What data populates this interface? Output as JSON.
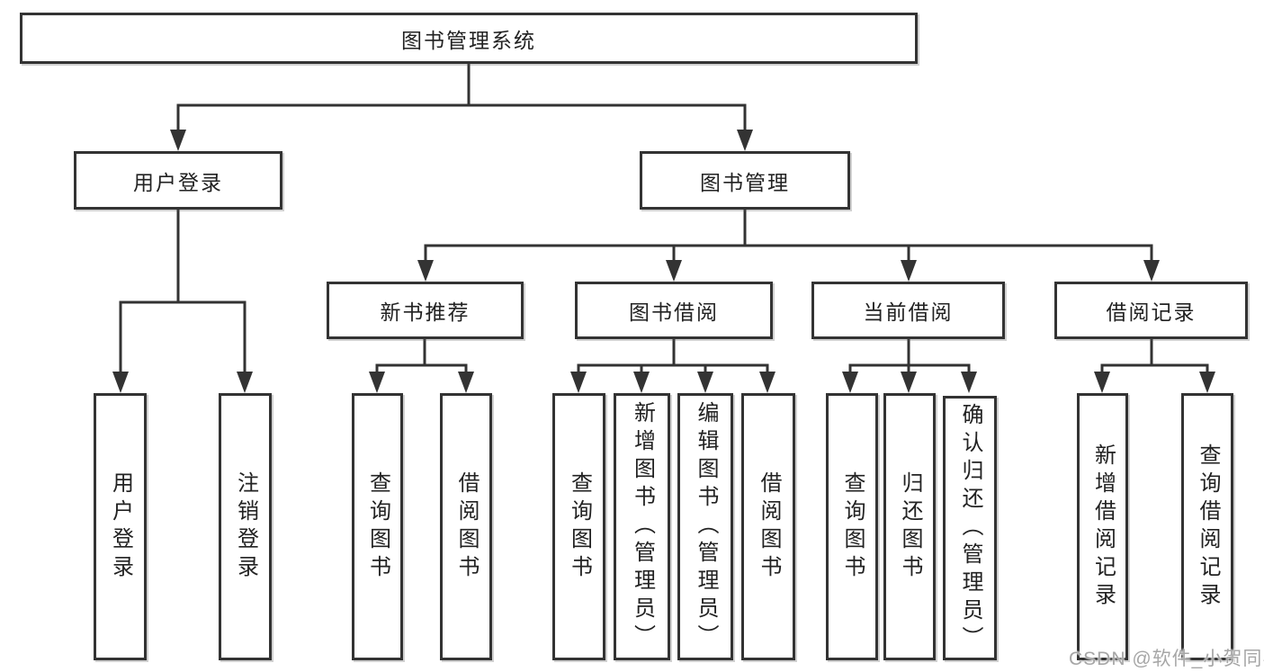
{
  "tree": {
    "root": "图书管理系统",
    "login_branch": {
      "label": "用户登录",
      "leaves": [
        "用户登录",
        "注销登录"
      ]
    },
    "mgmt_branch": {
      "label": "图书管理",
      "sections": [
        {
          "label": "新书推荐",
          "leaves": [
            "查询图书",
            "借阅图书"
          ]
        },
        {
          "label": "图书借阅",
          "leaves": [
            "查询图书",
            "新增图书（管理员）",
            "编辑图书（管理员）",
            "借阅图书"
          ]
        },
        {
          "label": "当前借阅",
          "leaves": [
            "查询图书",
            "归还图书",
            "确认归还（管理员）"
          ]
        },
        {
          "label": "借阅记录",
          "leaves": [
            "新增借阅记录",
            "查询借阅记录"
          ]
        }
      ]
    }
  },
  "watermark": "CSDN @软件_小贺同学",
  "colors": {
    "line": "#333333",
    "text": "#222222",
    "watermark": "#a6a6a6",
    "background": "#ffffff"
  }
}
